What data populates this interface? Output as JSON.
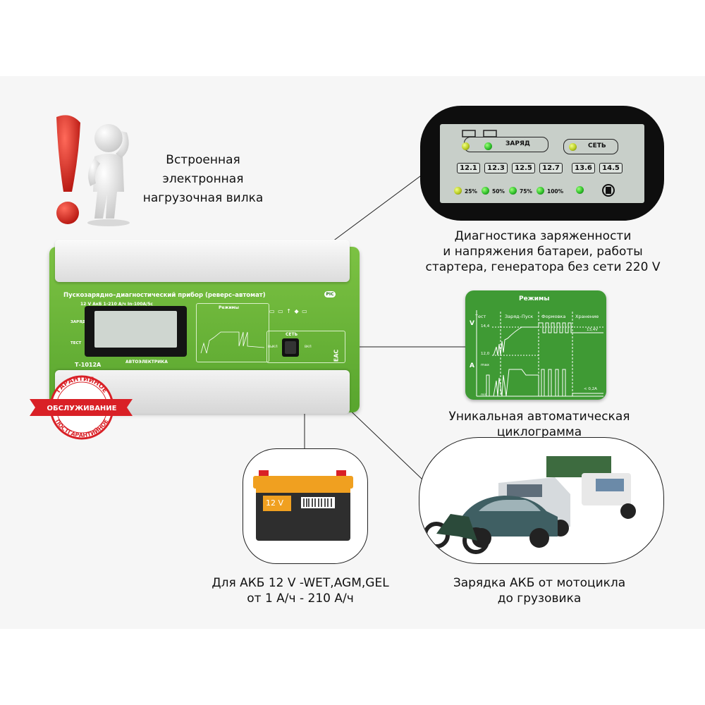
{
  "features": {
    "load_fork": [
      "Встроенная",
      "электронная",
      "нагрузочная вилка"
    ],
    "diagnostics": [
      "Диагностика заряженности",
      "и напряжения батареи, работы",
      "стартера, генератора без сети 220 V"
    ],
    "cyclogram_caption": [
      "Уникальная автоматическая",
      "циклограмма"
    ],
    "battery_types": [
      "Для АКБ 12 V -WET,AGM,GEL",
      "от 1 А/ч - 210 А/ч"
    ],
    "vehicles": [
      "Зарядка АКБ от мотоцикла",
      "до грузовика"
    ]
  },
  "display": {
    "charge_label": "ЗАРЯД",
    "network_label": "СЕТЬ",
    "voltages": [
      "12.1",
      "12.3",
      "12.5",
      "12.7",
      "13.6",
      "14.5"
    ],
    "percents": [
      "25%",
      "50%",
      "75%",
      "100%"
    ]
  },
  "cyclogram": {
    "title": "Режимы",
    "modes": [
      "Тест",
      "Заряд–Пуск",
      "Формовка",
      "Хранение"
    ],
    "axis_v": "V",
    "axis_a": "A",
    "ticks": [
      "14,4",
      "13,4V",
      "12,0",
      "max",
      "< 0,2A",
      "min"
    ]
  },
  "device": {
    "title": "Пускозарядно–диагностический прибор  (реверс–автомат)",
    "pic": "PIC",
    "specs": "12 V АкБ 1-210 А/ч  In-100A/5c",
    "side_charge": "ЗАРЯД",
    "side_test": "ТЕСТ",
    "model": "Т-1012А",
    "brand": "АВТОЭЛЕКТРИКА",
    "modes": "Режимы",
    "net": "СЕТЬ",
    "off": "ВЫКЛ",
    "on": "ВКЛ",
    "eac": "EAC"
  },
  "stamp": {
    "top": "ГАРАНТИЙНОЕ",
    "middle": "ОБСЛУЖИВАНИЕ",
    "bottom": "ПОСТГАРАНТИЙНОЕ"
  },
  "battery": {
    "label": "12 V"
  },
  "colors": {
    "device_green": "#6bb83a",
    "cyclogram_green": "#3f9a34",
    "stamp_red": "#d92026",
    "exclamation_red": "#e0201c",
    "battery_orange": "#f0a020"
  }
}
